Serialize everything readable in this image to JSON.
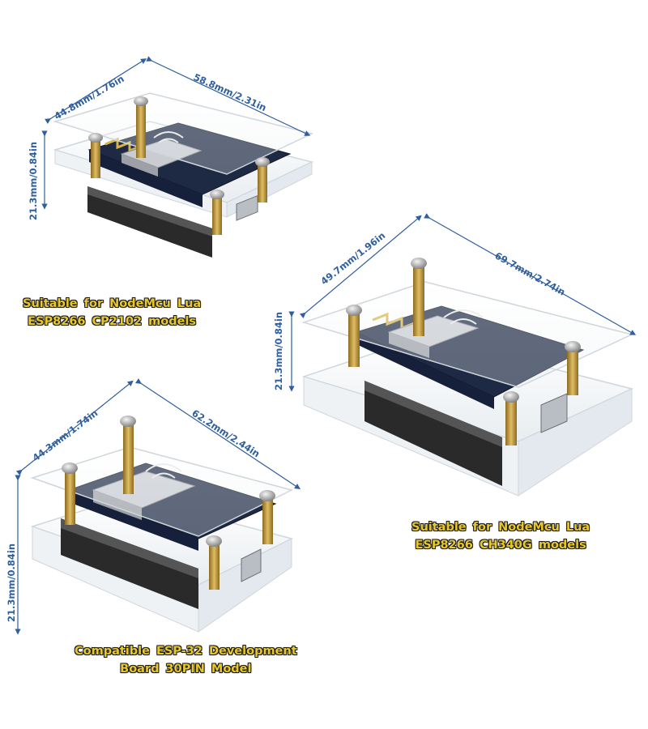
{
  "colors": {
    "dimension_line": "#2f5f9e",
    "caption_text": "#e9c82a",
    "caption_outline": "#1a1a1a",
    "pcb": "#1e2a44",
    "module_shield": "#c9ccd1",
    "brass": "#c49a3a",
    "acrylic_edge": "#cfd6dc"
  },
  "products": [
    {
      "id": "case-cp2102",
      "caption_lines": [
        "Suitable for NodeMcu Lua",
        "ESP8266 CP2102 models"
      ],
      "width_label": "58.8mm/2.31in",
      "depth_label": "44.8mm/1.76in",
      "height_label": "21.3mm/0.84in"
    },
    {
      "id": "case-ch340g",
      "caption_lines": [
        "Suitable for NodeMcu Lua",
        "ESP8266 CH340G models"
      ],
      "width_label": "69.7mm/2.74in",
      "depth_label": "49.7mm/1.96in",
      "height_label": "21.3mm/0.84in"
    },
    {
      "id": "case-esp32",
      "caption_lines": [
        "Compatible ESP-32 Development",
        "Board 30PIN Model"
      ],
      "width_label": "62.2mm/2.44in",
      "depth_label": "44.3mm/1.74in",
      "height_label": "21.3mm/0.84in"
    }
  ]
}
